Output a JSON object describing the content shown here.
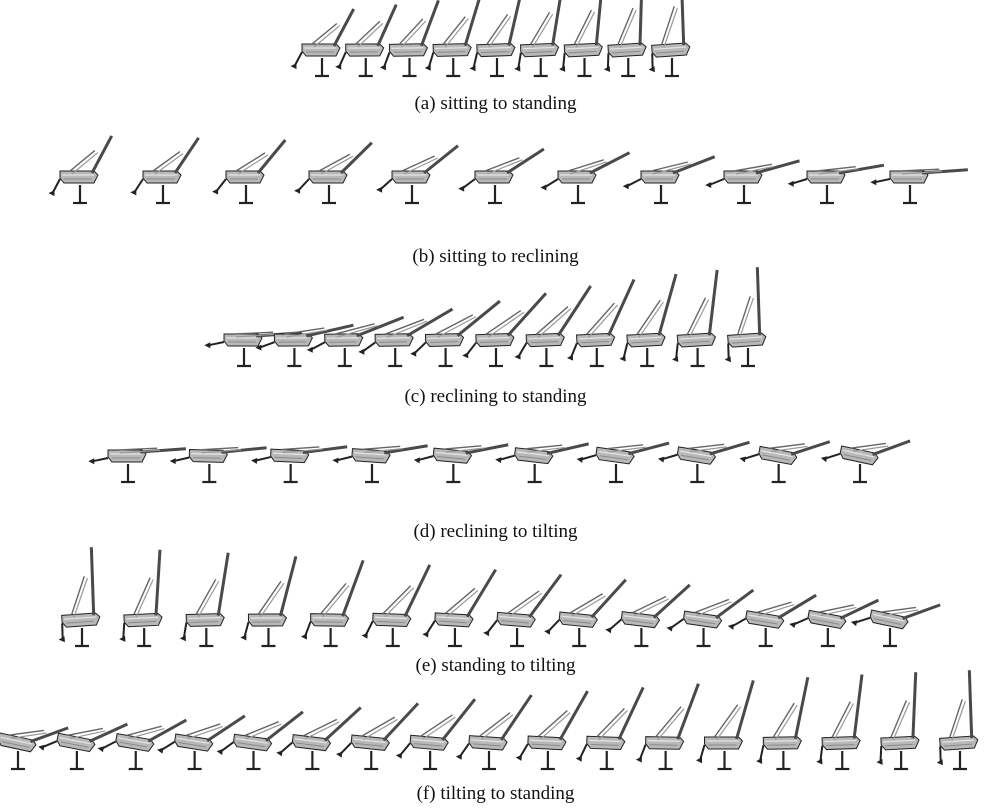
{
  "rows": [
    {
      "caption": "(a) sitting to standing",
      "from": "sitting",
      "to": "standing",
      "frames": 9
    },
    {
      "caption": "(b) sitting to reclining",
      "from": "sitting",
      "to": "reclining",
      "frames": 11
    },
    {
      "caption": "(c) reclining to standing",
      "from": "reclining",
      "to": "standing",
      "frames": 11
    },
    {
      "caption": "(d) reclining to tilting",
      "from": "reclining",
      "to": "tilting",
      "frames": 10
    },
    {
      "caption": "(e) standing to tilting",
      "from": "standing",
      "to": "tilting",
      "frames": 14
    },
    {
      "caption": "(f) tilting to standing",
      "from": "tilting",
      "to": "standing",
      "frames": 17
    }
  ],
  "colors": {
    "seat": "#b8b8b8",
    "stroke": "#222222",
    "back": "#4a4a4a"
  }
}
